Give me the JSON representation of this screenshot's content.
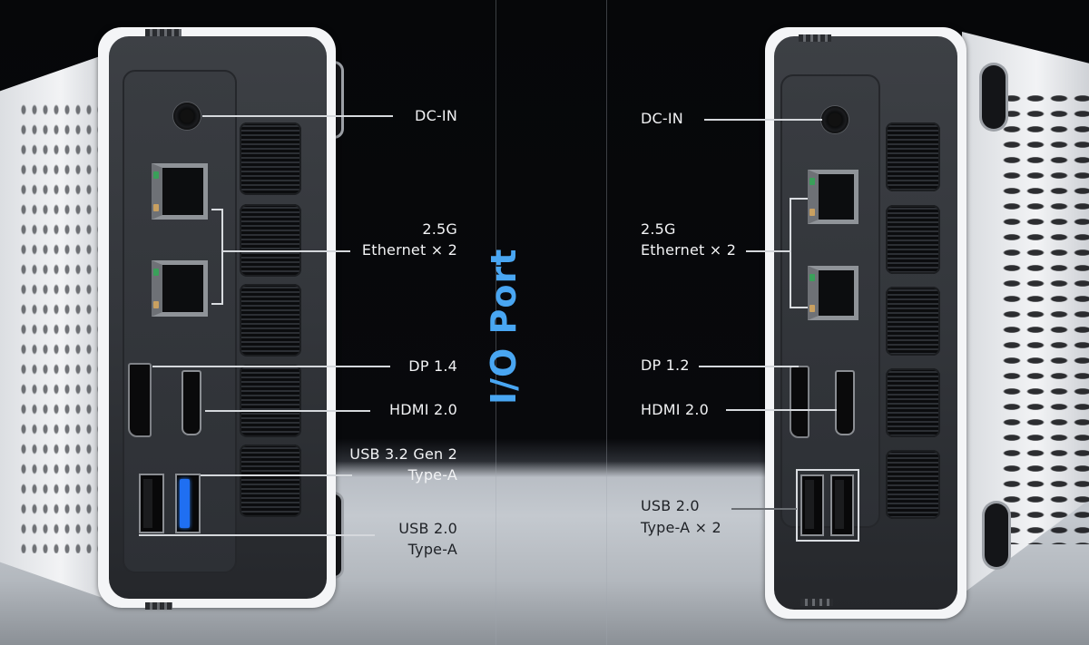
{
  "title": "I/O Port",
  "colors": {
    "title_blue": "#49A6F2",
    "background_top": "#060709",
    "background_floor": "#C4C9CF",
    "usb3_port_blue": "#1F6FF2"
  },
  "left_device": {
    "ports": [
      {
        "id": "dc-in",
        "label": "DC-IN"
      },
      {
        "id": "ethernet",
        "label_line1": "2.5G",
        "label_line2": "Ethernet × 2"
      },
      {
        "id": "dp",
        "label": "DP 1.4"
      },
      {
        "id": "hdmi",
        "label": "HDMI 2.0"
      },
      {
        "id": "usb3",
        "label_line1": "USB 3.2 Gen 2",
        "label_line2": "Type-A"
      },
      {
        "id": "usb2",
        "label_line1": "USB 2.0",
        "label_line2": "Type-A"
      }
    ]
  },
  "right_device": {
    "ports": [
      {
        "id": "dc-in",
        "label": "DC-IN"
      },
      {
        "id": "ethernet",
        "label_line1": "2.5G",
        "label_line2": "Ethernet × 2"
      },
      {
        "id": "dp",
        "label": "DP 1.2"
      },
      {
        "id": "hdmi",
        "label": "HDMI 2.0"
      },
      {
        "id": "usb2",
        "label_line1": "USB 2.0",
        "label_line2": "Type-A × 2"
      }
    ]
  }
}
